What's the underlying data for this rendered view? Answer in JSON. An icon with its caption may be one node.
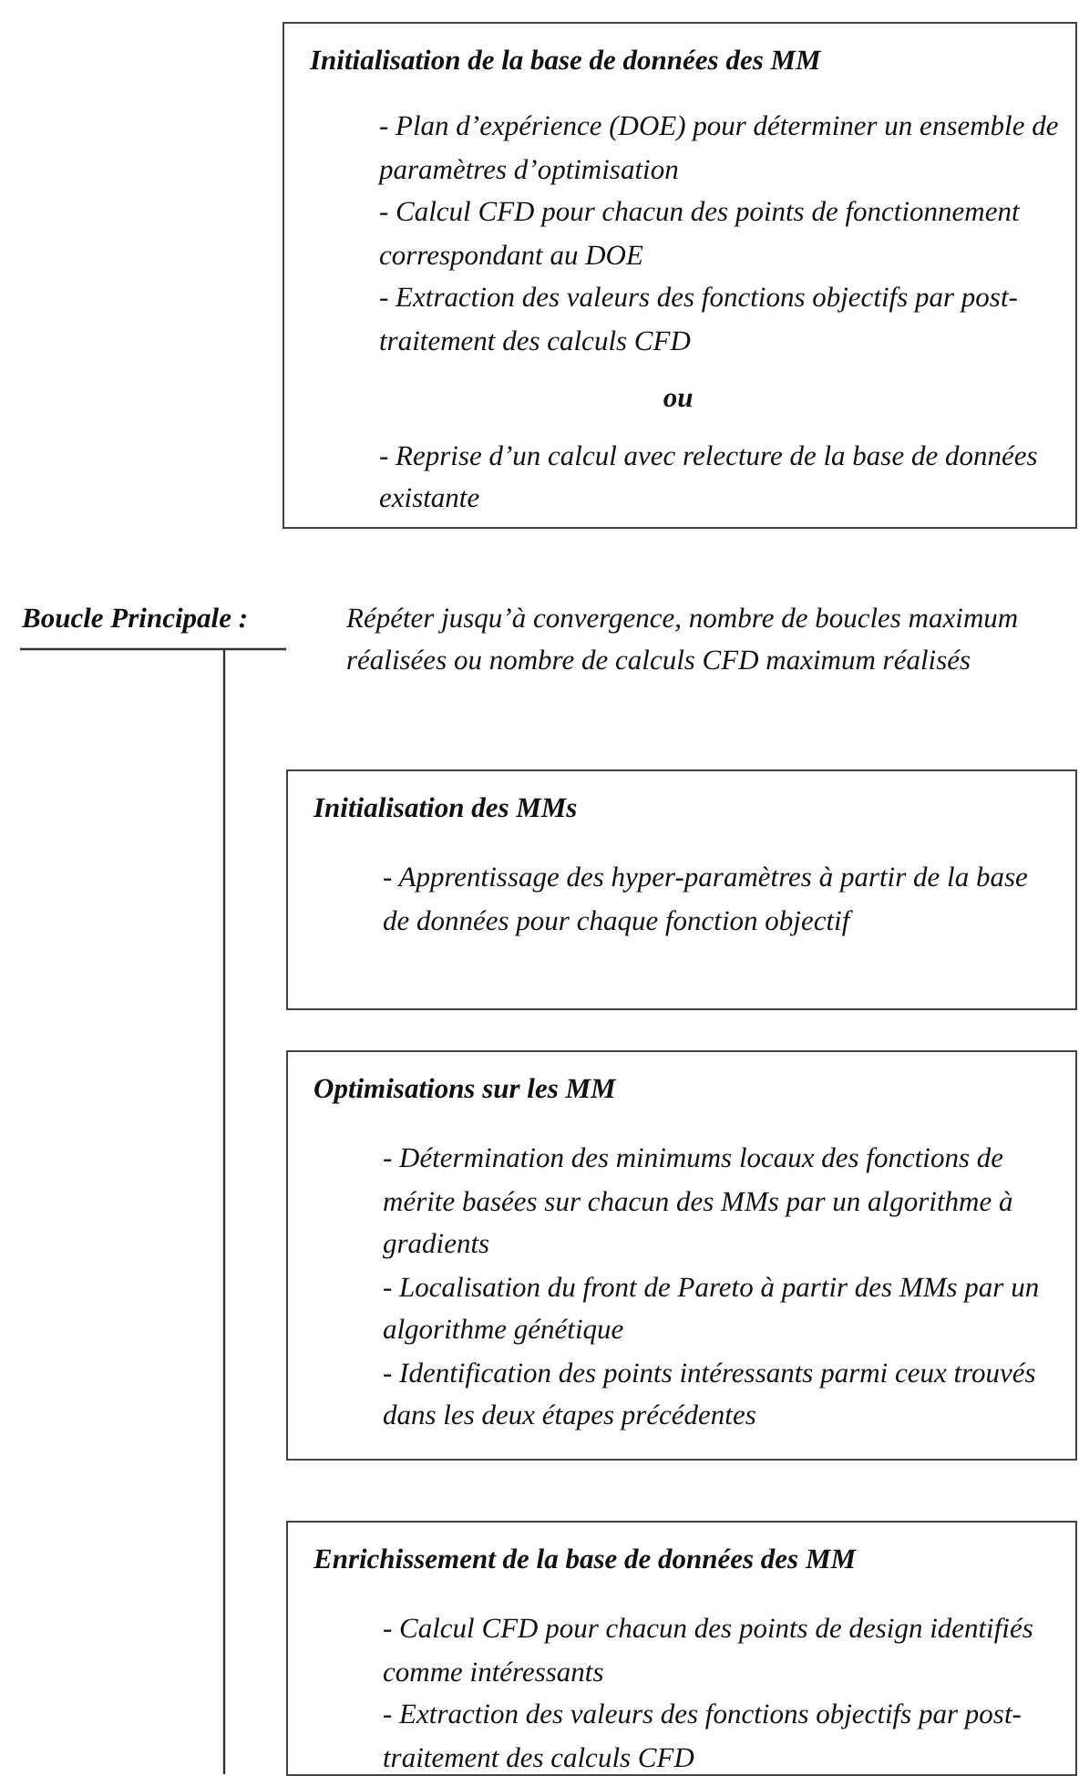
{
  "diagram": {
    "nodes": [
      {
        "text": [
          "Initialisation de la base de données des MM",
          "- Plan d’expérience (DOE) pour déterminer un ensemble de paramètres d’optimisation",
          "- Calcul CFD pour chacun des points de fonctionnement correspondant au DOE",
          "- Extraction des valeurs des fonctions objectifs par post-traitement des calculs CFD",
          "ou",
          "- Reprise d’un calcul avec relecture de la base de données existante"
        ]
      },
      {
        "text": [
          "Initialisation des MMs",
          "- Apprentissage des hyper-paramètres à partir de la base de données pour chaque fonction objectif"
        ]
      },
      {
        "text": [
          "Optimisations sur les MM",
          "- Détermination des minimums locaux des fonctions de mérite basées sur chacun des MMs par un algorithme à gradients",
          "- Localisation du front de Pareto à partir des MMs par un algorithme génétique",
          "- Identification des points intéressants parmi ceux trouvés dans les deux étapes précédentes"
        ]
      },
      {
        "text": [
          "Enrichissement de la base de données des MM",
          "- Calcul CFD pour chacun des points de design identifiés comme intéressants",
          "- Extraction des valeurs des fonctions objectifs par post-traitement des calculs CFD"
        ]
      }
    ],
    "labels": [
      "Boucle Principale :",
      "Répéter jusqu’à convergence, nombre de boucles maximum réalisées ou nombre de calculs CFD maximum réalisés"
    ]
  }
}
